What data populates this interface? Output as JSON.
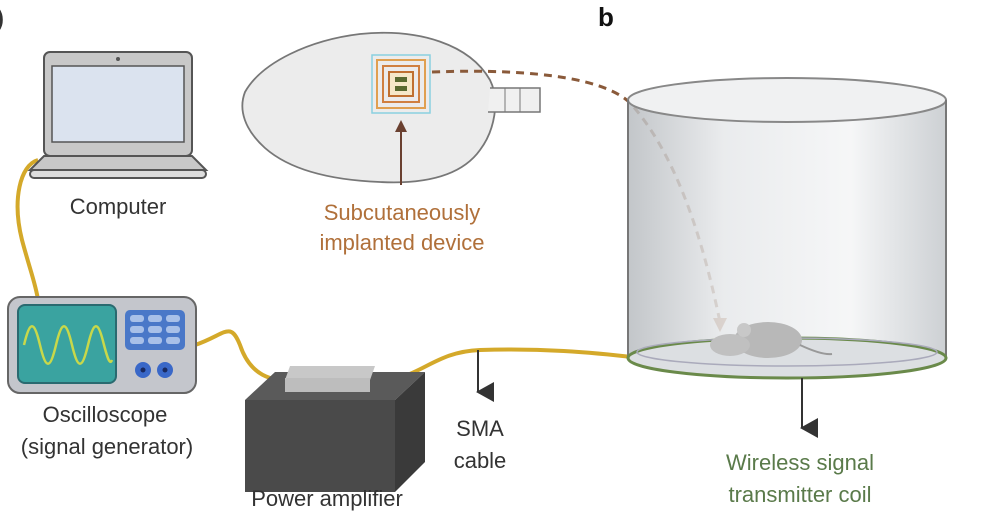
{
  "panel_labels": {
    "a": ")",
    "b": "b"
  },
  "labels": {
    "computer": "Computer",
    "implant_line1": "Subcutaneously",
    "implant_line2": "implanted device",
    "oscilloscope_line1": "Oscilloscope",
    "oscilloscope_line2": "(signal generator)",
    "amplifier": "Power amplifier",
    "sma_line1": "SMA",
    "sma_line2": "cable",
    "coil_line1": "Wireless signal",
    "coil_line2": "transmitter coil"
  },
  "colors": {
    "cable": "#d4a92a",
    "implant_text": "#b0703a",
    "coil_text": "#5a7a4a",
    "label_text": "#333333",
    "arrow_dashed": "#9a5a30"
  },
  "components": [
    "laptop-icon",
    "mouse-brain",
    "oscilloscope",
    "power-amplifier",
    "sma-cable",
    "cylinder-arena",
    "mouse",
    "transmitter-coil"
  ]
}
